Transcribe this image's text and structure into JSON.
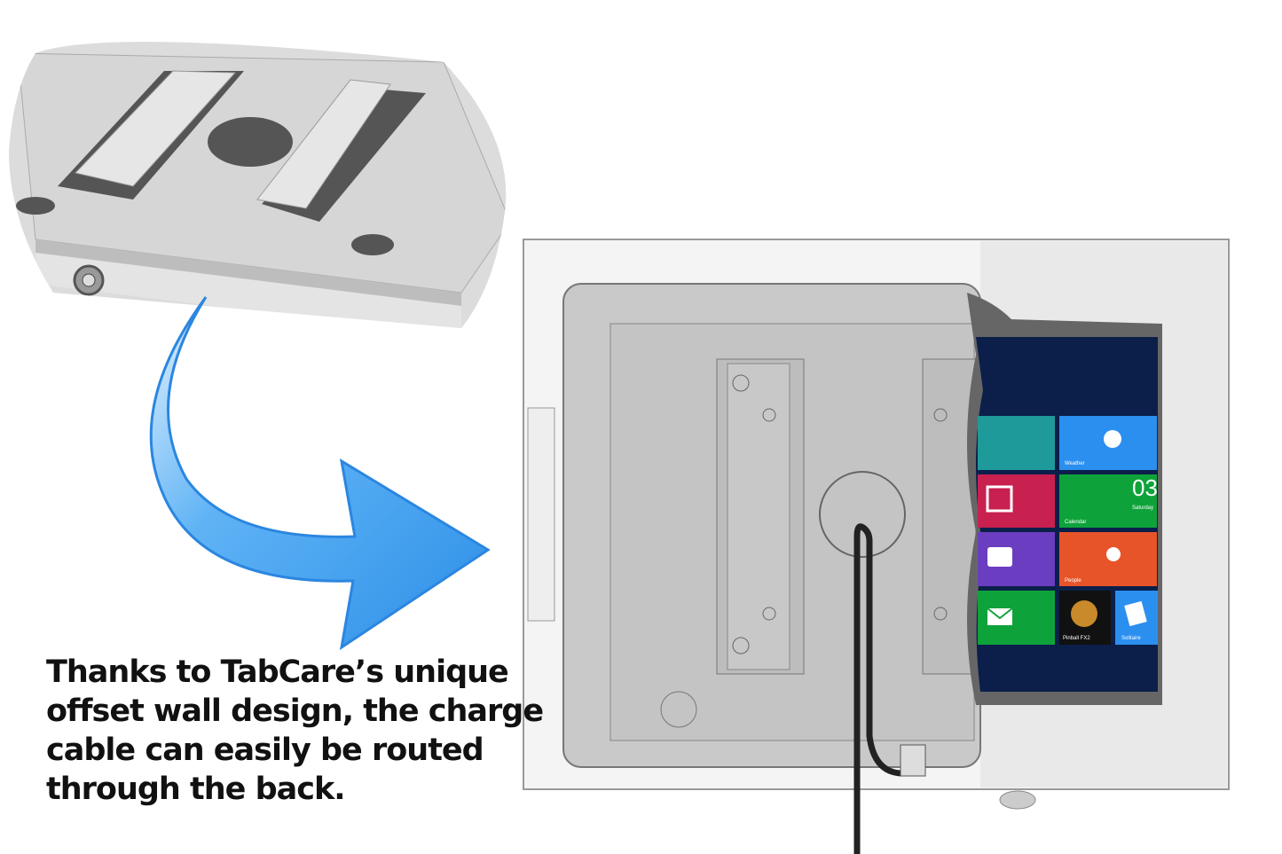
{
  "caption": {
    "lines": [
      "Thanks to TabCare’s unique",
      "offset wall design, the charge",
      "cable can easily be routed",
      "through the back."
    ]
  },
  "tiles": {
    "weather": "Weather",
    "calendar": "Calendar",
    "calendar_date": "03",
    "calendar_day": "Saturday",
    "people": "People",
    "pinball": "Pinball FX2",
    "solitaire": "Solitaire"
  },
  "colors": {
    "arrow": "#3d9ef0",
    "screen": "#0b1f4a",
    "tile_teal": "#1f9a9a",
    "tile_blue": "#2b8ff0",
    "tile_red": "#c8204f",
    "tile_green": "#0ea33a",
    "tile_purple": "#6b3dc0",
    "tile_orange": "#e8542a"
  }
}
